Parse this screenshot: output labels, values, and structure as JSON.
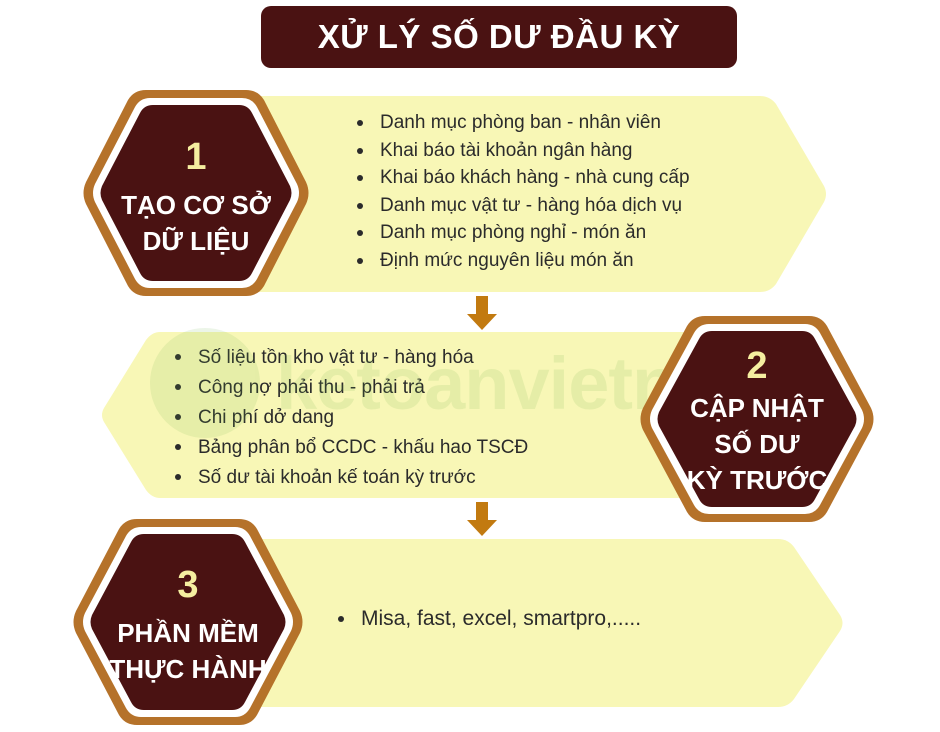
{
  "title": "XỬ LÝ SỐ DƯ ĐẦU KỲ",
  "watermark": "ketoanvietnung",
  "colors": {
    "dark_brown": "#4a1212",
    "hex_border": "#b5722a",
    "panel_fill": "#f8f7b6",
    "arrow": "#c27a10",
    "number_color": "#f5eea0"
  },
  "steps": [
    {
      "number": "1",
      "label_lines": [
        "TẠO CƠ SỞ",
        "DỮ LIỆU"
      ],
      "items": [
        "Danh mục phòng ban - nhân viên",
        "Khai báo tài khoản ngân hàng",
        "Khai báo khách hàng - nhà cung cấp",
        "Danh mục vật tư - hàng hóa dịch vụ",
        "Danh mục phòng nghỉ - món ăn",
        "Định mức nguyên liệu món ăn"
      ]
    },
    {
      "number": "2",
      "label_lines": [
        "CẬP NHẬT",
        "SỐ DƯ",
        "KỲ TRƯỚC"
      ],
      "items": [
        "Số liệu tồn kho vật tư - hàng hóa",
        "Công nợ phải thu - phải trả",
        "Chi phí dở dang",
        "Bảng phân bổ CCDC - khấu hao TSCĐ",
        "Số dư tài khoản kế toán kỳ trước"
      ]
    },
    {
      "number": "3",
      "label_lines": [
        "PHẦN MỀM",
        "THỰC HÀNH"
      ],
      "items": [
        "Misa, fast, excel, smartpro,....."
      ]
    }
  ]
}
